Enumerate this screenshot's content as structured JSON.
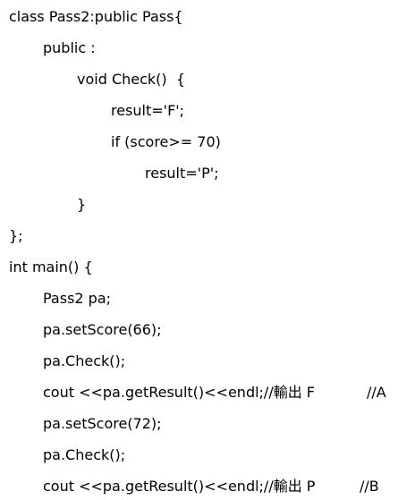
{
  "code_lines": [
    {
      "text": "class Pass2:public Pass{"
    },
    {
      "text": "public :"
    },
    {
      "text": "void Check()  {"
    },
    {
      "text": "result='F';"
    },
    {
      "text": "if (score>= 70)"
    },
    {
      "text": "result='P';"
    },
    {
      "text": "}"
    },
    {
      "text": "};"
    },
    {
      "text": "int main() {"
    },
    {
      "text": "Pass2 pa;"
    },
    {
      "text": "pa.setScore(66);"
    },
    {
      "text": "pa.Check();"
    },
    {
      "text": "cout <<pa.getResult()<<endl;//輸出 F",
      "tag": "//A"
    },
    {
      "text": "pa.setScore(72);"
    },
    {
      "text": "pa.Check();"
    },
    {
      "text": "cout <<pa.getResult()<<endl;//輸出 P",
      "tag": "//B"
    }
  ]
}
